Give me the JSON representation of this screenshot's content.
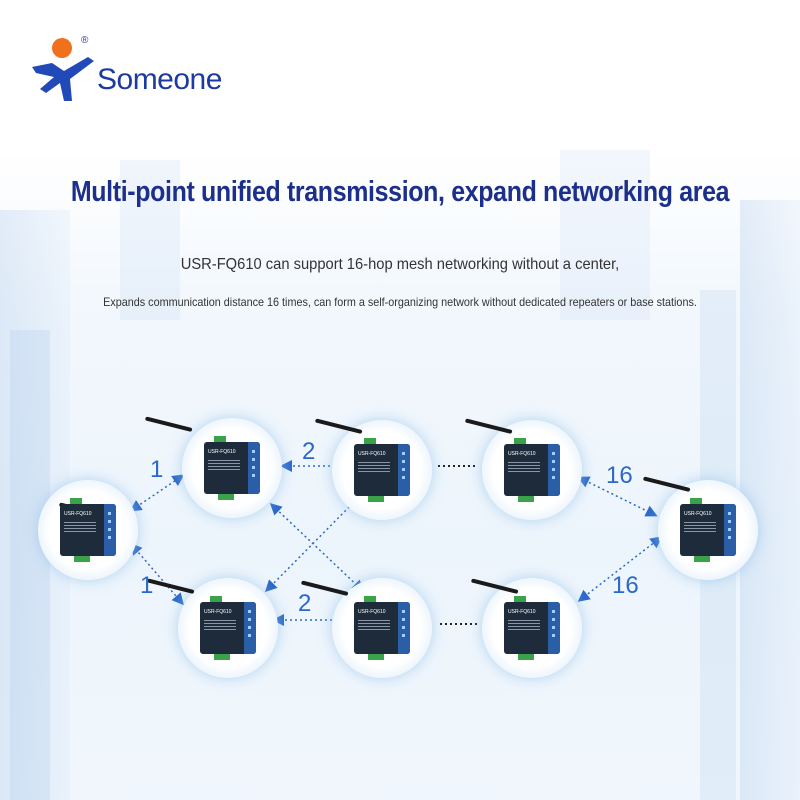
{
  "brand": {
    "name": "Someone",
    "registered": "®",
    "accent": "#1d3aa0",
    "figure_color": "#2249b8",
    "head_color": "#f0701c"
  },
  "header": {
    "title": "Multi-point unified transmission, expand networking area",
    "subtitle": "USR-FQ610 can support 16-hop mesh networking without a center,",
    "description": "Expands communication distance 16 times, can form a self-organizing network without dedicated repeaters or base stations."
  },
  "diagram": {
    "device_label": "USR-FQ610",
    "link_color": "#2b68c9",
    "hop_labels": [
      {
        "id": "top-1",
        "text": "1"
      },
      {
        "id": "top-2",
        "text": "2"
      },
      {
        "id": "top-16",
        "text": "16"
      },
      {
        "id": "bot-1",
        "text": "1"
      },
      {
        "id": "bot-2",
        "text": "2"
      },
      {
        "id": "bot-16",
        "text": "16"
      }
    ]
  }
}
